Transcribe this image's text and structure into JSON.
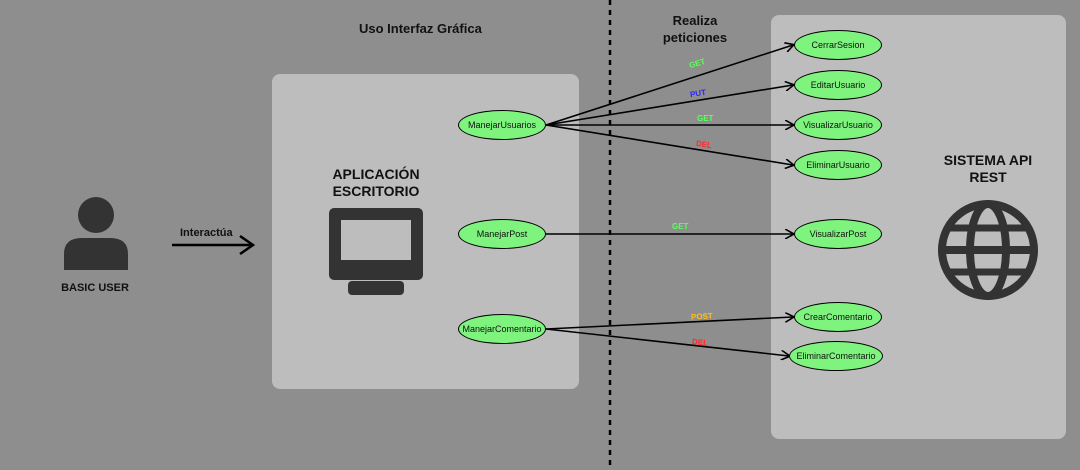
{
  "labels": {
    "uso_interfaz": "Uso Interfaz Gráfica",
    "realiza_peticiones_1": "Realiza",
    "realiza_peticiones_2": "peticiones",
    "interactua": "Interactúa",
    "basic_user": "BASIC USER",
    "app_title_1": "APLICACIÓN",
    "app_title_2": "ESCRITORIO",
    "api_title_1": "SISTEMA API",
    "api_title_2": "REST"
  },
  "app_nodes": {
    "manejar_usuarios": "ManejarUsuarios",
    "manejar_post": "ManejarPost",
    "manejar_comentario": "ManejarComentario"
  },
  "api_nodes": {
    "cerrar_sesion": "CerrarSesion",
    "editar_usuario": "EditarUsuario",
    "visualizar_usuario": "VisualizarUsuario",
    "eliminar_usuario": "EliminarUsuario",
    "visualizar_post": "VisualizarPost",
    "crear_comentario": "CrearComentario",
    "eliminar_comentario": "EliminarComentario"
  },
  "methods": {
    "m1": "GET",
    "m2": "PUT",
    "m3": "GET",
    "m4": "DEL",
    "m5": "GET",
    "m6": "POST",
    "m7": "DEL"
  },
  "colors": {
    "background": "#8e8e8e",
    "panel": "#bdbdbd",
    "node": "#7ef37e",
    "icon": "#333333",
    "get": "#5cff5c",
    "put": "#2a2aff",
    "del": "#ff2a2a",
    "post": "#ffbf1a"
  },
  "icons": {
    "user": "user-icon",
    "desktop": "desktop-monitor-icon",
    "globe": "globe-icon"
  }
}
